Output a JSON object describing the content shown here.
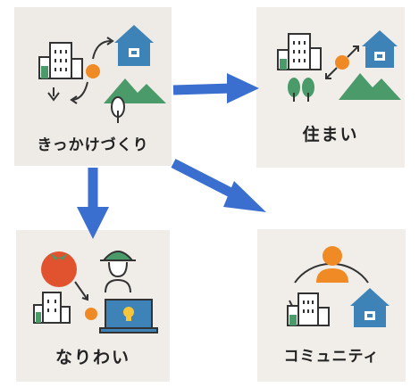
{
  "nodes": [
    {
      "id": "kikkake",
      "label": "きっかけづくり"
    },
    {
      "id": "sumai",
      "label": "住まい"
    },
    {
      "id": "nariwai",
      "label": "なりわい"
    },
    {
      "id": "community",
      "label": "コミュニティ"
    }
  ],
  "edges": [
    {
      "from": "kikkake",
      "to": "sumai"
    },
    {
      "from": "kikkake",
      "to": "community"
    },
    {
      "from": "kikkake",
      "to": "nariwai"
    }
  ],
  "colors": {
    "card_bg": "#eeebe6",
    "arrow": "#3a6fcf",
    "green": "#4a9a6a",
    "blue": "#3d83b8",
    "orange": "#f08a24",
    "red": "#e0532e",
    "dark": "#333333"
  },
  "icons": [
    "building-icon",
    "house-icon",
    "mountain-icon",
    "tree-icon",
    "circle-icon",
    "tomato-icon",
    "farmer-icon",
    "laptop-icon",
    "person-icon"
  ]
}
